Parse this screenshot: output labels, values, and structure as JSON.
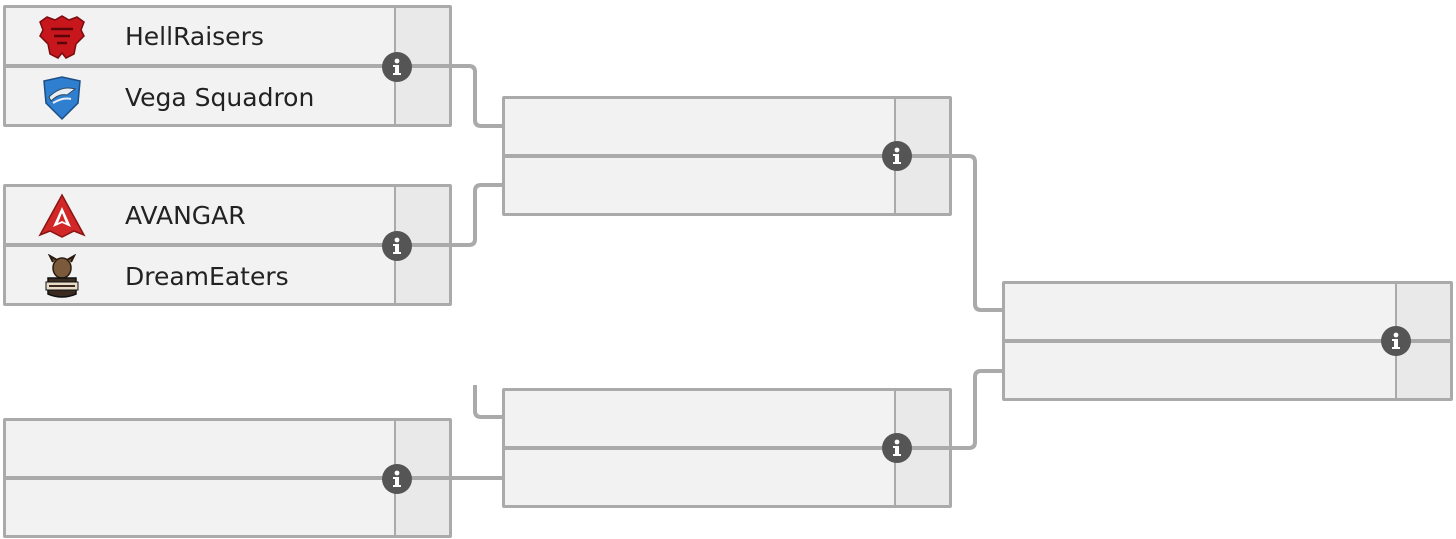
{
  "rounds": [
    {
      "matches": [
        {
          "teams": [
            {
              "name": "HellRaisers",
              "logo": "hellraisers-logo-icon"
            },
            {
              "name": "Vega Squadron",
              "logo": "vega-squadron-logo-icon"
            }
          ]
        },
        {
          "teams": [
            {
              "name": "AVANGAR",
              "logo": "avangar-logo-icon"
            },
            {
              "name": "DreamEaters",
              "logo": "dreameaters-logo-icon"
            }
          ]
        },
        {
          "teams": [
            {
              "name": "",
              "logo": ""
            },
            {
              "name": "",
              "logo": ""
            }
          ]
        }
      ]
    },
    {
      "matches": [
        {
          "teams": [
            {
              "name": "",
              "logo": ""
            },
            {
              "name": "",
              "logo": ""
            }
          ]
        },
        {
          "teams": [
            {
              "name": "",
              "logo": ""
            },
            {
              "name": "",
              "logo": ""
            }
          ]
        }
      ]
    },
    {
      "matches": [
        {
          "teams": [
            {
              "name": "",
              "logo": ""
            },
            {
              "name": "",
              "logo": ""
            }
          ]
        }
      ]
    }
  ],
  "icons": {
    "info": "info-icon"
  },
  "colors": {
    "box_bg": "#f2f2f2",
    "score_bg": "#e9e9e9",
    "border": "#aaaaaa",
    "info_bg": "#555555",
    "hellraisers_red": "#c8161d",
    "vega_blue": "#2f7fd0",
    "avangar_red": "#d12727"
  }
}
